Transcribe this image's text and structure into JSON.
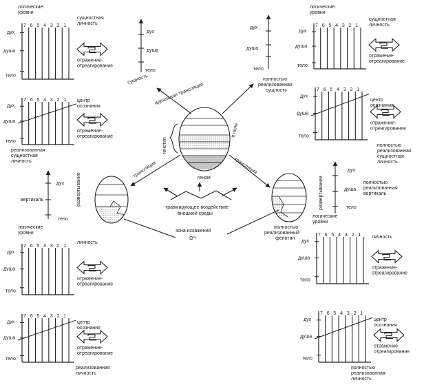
{
  "labels": {
    "logical_levels": "логические уровни",
    "spirit": "дух",
    "soul": "душа",
    "body": "тело",
    "essential_personality": "сущностная личность",
    "reflection_reaction": "отражение-отреагирование",
    "awareness_center": "центр осознания",
    "realized_essential_personality": "реализованная сущностная личность",
    "fully_realized_essential_personality": "полностью реализованная сущностная личность",
    "essence": "сущность",
    "fully_realized_essence": "полностью реализованная сущность",
    "ideal_translation": "идеальная трансляция",
    "genotype": "генотип",
    "in_the_field": "в поле",
    "genome": "геном",
    "translation": "трансляция",
    "translation_left": "трансляция",
    "unfolding": "развертывание",
    "vertical": "вертикаль",
    "fully_realized_vertical": "полностью реализованная вертикаль",
    "traumatic_influence": "травмирующее воздействие внешней среды",
    "distortion_zone": "зона искажений",
    "distortion_symbol": "Ω³ˣ",
    "fully_realized_phenotype": "полностью реализованный фенотип",
    "personality": "личность",
    "realized_personality": "реализованная личность"
  },
  "chart_levels": [
    "7",
    "6",
    "5",
    "4",
    "3",
    "2",
    "1"
  ]
}
